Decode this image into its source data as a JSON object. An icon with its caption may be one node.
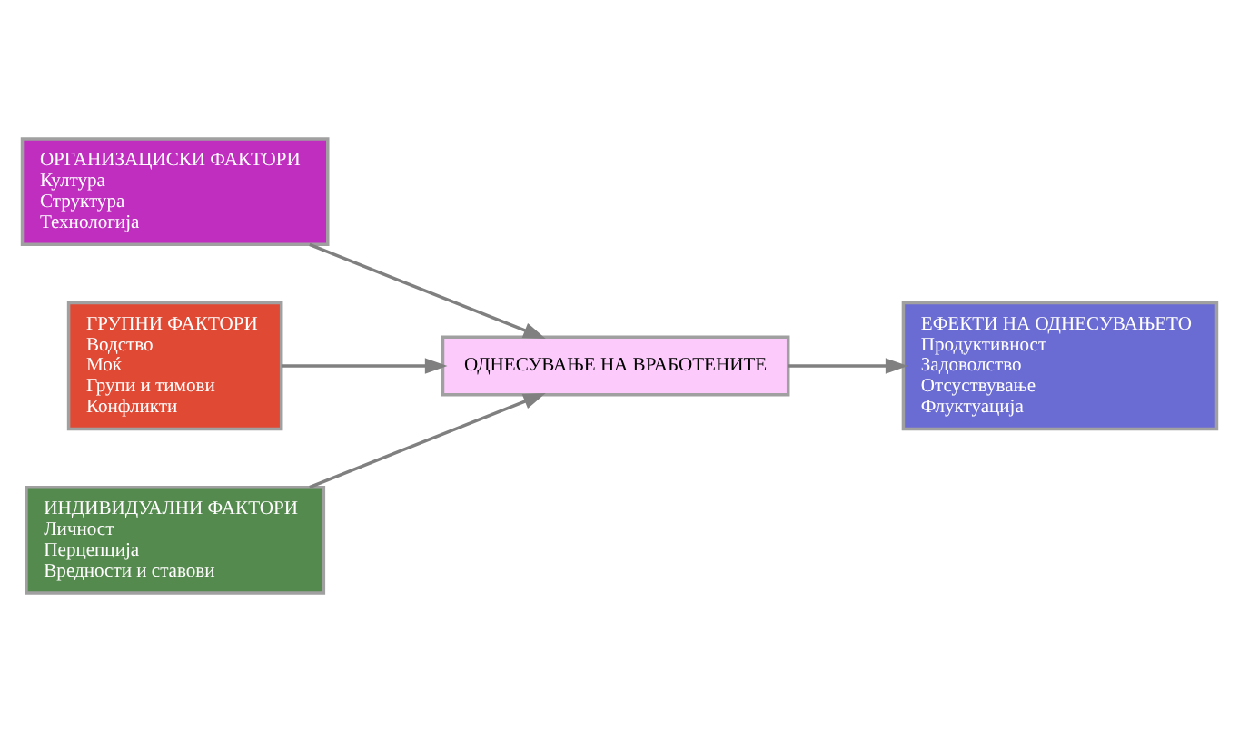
{
  "diagram": {
    "nodes": [
      {
        "text": [
          "ОРГАНИЗАЦИСКИ ФАКТОРИ",
          "Култура",
          "Структура",
          "Технологија"
        ]
      },
      {
        "text": [
          "ГРУПНИ ФАКТОРИ",
          "Водство",
          "Моќ",
          "Групи и тимови",
          "Конфликти"
        ]
      },
      {
        "text": [
          "ИНДИВИДУАЛНИ ФАКТОРИ",
          "Личност",
          "Перцепција",
          "Вредности и ставови"
        ]
      },
      {
        "text": [
          "ОДНЕСУВАЊЕ НА ВРАБОТЕНИТЕ"
        ]
      },
      {
        "text": [
          "ЕФЕКТИ НА ОДНЕСУВАЊЕТО",
          "Продуктивност",
          "Задоволство",
          "Отсуствување",
          "Флуктуација"
        ]
      }
    ],
    "edges": [
      {
        "from": 0,
        "to": 3,
        "arrow": "to"
      },
      {
        "from": 1,
        "to": 3,
        "arrow": "to"
      },
      {
        "from": 2,
        "to": 3,
        "arrow": "to"
      },
      {
        "from": 3,
        "to": 4,
        "arrow": "to"
      }
    ]
  }
}
